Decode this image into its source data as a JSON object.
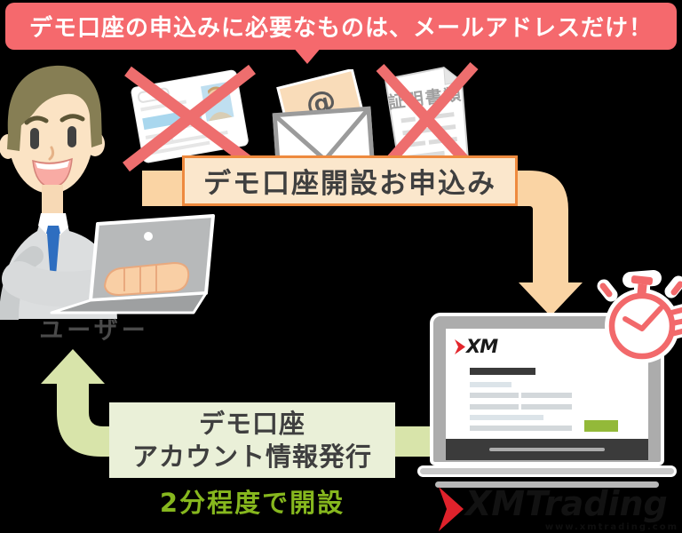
{
  "top_banner": {
    "text": "デモ口座の申込みに必要なものは、メールアドレスだけ！"
  },
  "rejected_items": {
    "certificate_doc_label": "証明書類"
  },
  "email_icon": {
    "at_symbol": "@"
  },
  "flow": {
    "apply_banner": "デモ口座開設お申込み",
    "user_label": "ユーザー",
    "issue_line1": "デモ口座",
    "issue_line2": "アカウント情報発行",
    "issue_note": "2分程度で開設"
  },
  "xm_laptop": {
    "screen_logo": "XM"
  },
  "brand_logo": {
    "name": "XMTrading",
    "url": "www.xmtrading.com"
  },
  "colors": {
    "background": "#000000",
    "banner_red": "#f5696d",
    "cross_red": "#ee6e6e",
    "arrow_peach": "#fad4a4",
    "apply_box_bg": "#fbe7cc",
    "apply_box_border": "#ee8a3e",
    "arrow_green": "#d8e4aa",
    "issue_box_bg": "#eaf0d8",
    "note_green": "#86b71e",
    "button_green": "#93b939",
    "stopwatch_red": "#f2696b",
    "tie_blue": "#2e6ec0",
    "logo_red": "#df222b",
    "text_dark": "#3f3f3f"
  }
}
